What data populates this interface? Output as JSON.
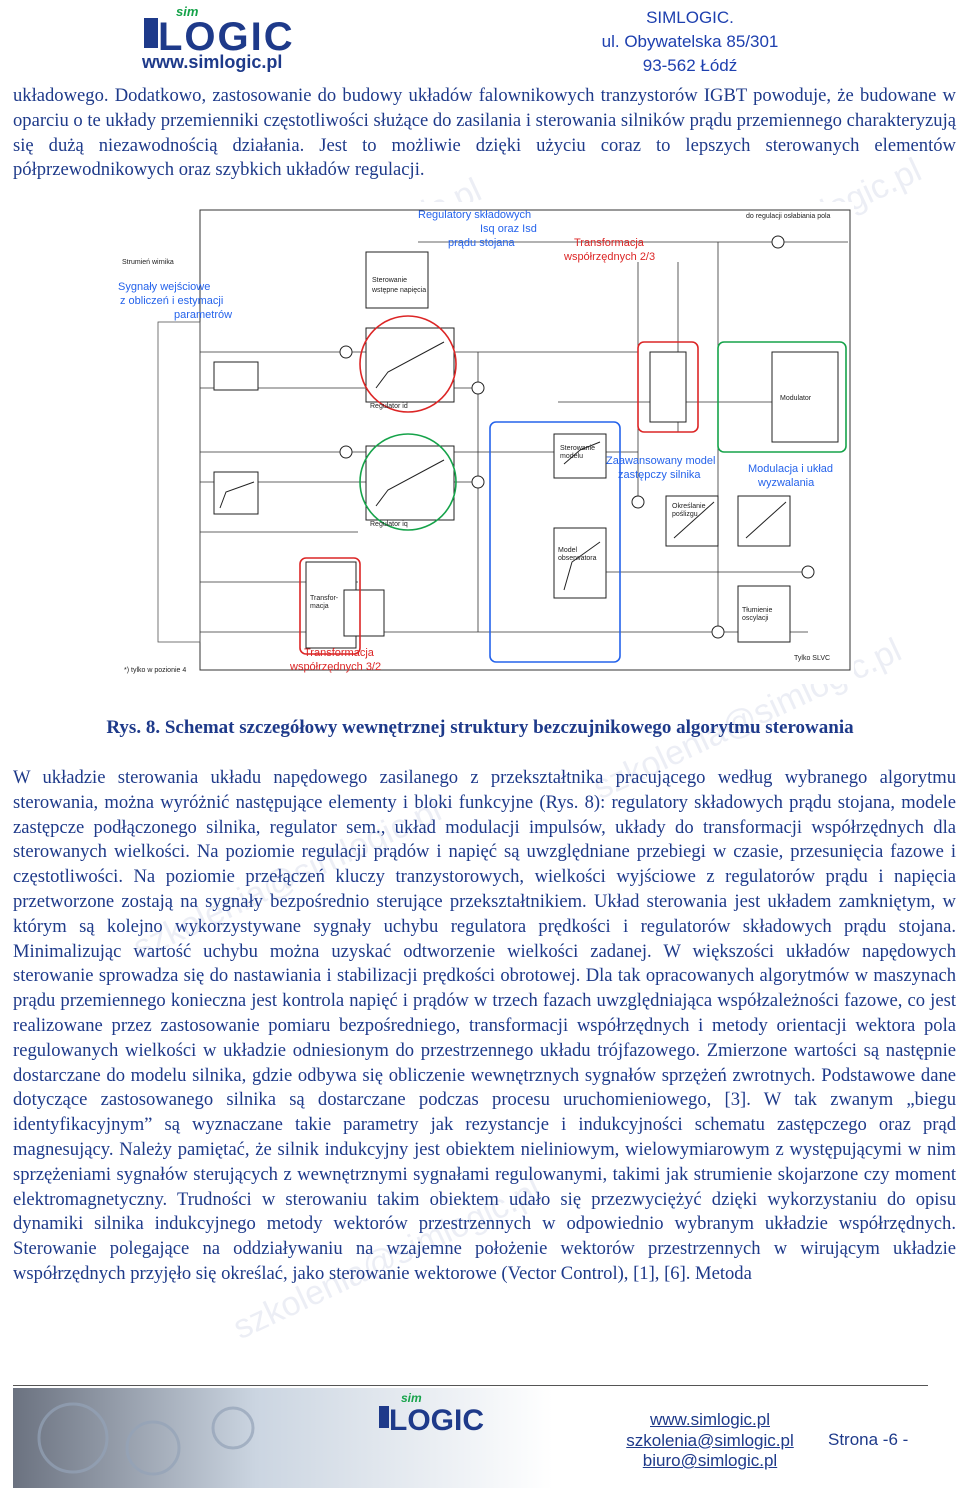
{
  "header": {
    "logo_word": "LOGIC",
    "logo_prefix": "sim",
    "logo_url": "www.simlogic.pl",
    "company_name": "SIMLOGIC.",
    "street": "ul. Obywatelska 85/301",
    "city": "93-562 Łódź"
  },
  "paragraph1": "układowego. Dodatkowo, zastosowanie do budowy układów falownikowych tranzystorów IGBT powoduje, że budowane w oparciu o te układy przemienniki częstotliwości służące do zasilania i sterowania silników prądu przemiennego charakteryzują się dużą niezawodnością działania. Jest to możliwie dzięki użyciu coraz to lepszych sterowanych elementów półprzewodnikowych oraz szybkich układów regulacji.",
  "figure": {
    "labels": {
      "sygnaly": [
        "Sygnały wejściowe",
        "z obliczeń i estymacji",
        "parametrów"
      ],
      "regulatory": [
        "Regulatory składowych",
        "Isq oraz Isd",
        "prądu stojana"
      ],
      "transf23": [
        "Transformacja",
        "współrzędnych 2/3"
      ],
      "model": [
        "Zaawansowany model",
        "zastępczy silnika"
      ],
      "modulacja": [
        "Modulacja i układ",
        "wyzwalania"
      ],
      "transf32": [
        "Transformacja",
        "współrzędnych 3/2"
      ],
      "sterowanie_napiecia": [
        "Sterowanie",
        "wstępne napięcia"
      ],
      "reg_id": "Regulator id",
      "reg_iq": "Regulator iq",
      "sterowanie_modelu": [
        "Sterowanie",
        "modelu"
      ],
      "model_obs": [
        "Model",
        "obserwatora"
      ],
      "okreslanie": [
        "Określanie",
        "poślizgu"
      ],
      "tlumienie": [
        "Tłumienie",
        "oscylacji"
      ],
      "modulator": "Modulator",
      "transf_box": [
        "Transfor-",
        "macja"
      ],
      "strumien": "Strumień wirnika",
      "note": "*) tylko w pozionie 4",
      "tylko_slvc": "Tylko SLVC",
      "top_right": "do regulacji osłabiania pola"
    }
  },
  "caption": "Rys. 8. Schemat szczegółowy wewnętrznej struktury bezczujnikowego algorytmu sterowania",
  "paragraph2": "W układzie sterowania układu napędowego zasilanego z przekształtnika pracującego według wybranego algorytmu sterowania, można wyróżnić następujące elementy i bloki funkcyjne (Rys. 8): regulatory składowych prądu stojana, modele zastępcze podłączonego silnika, regulator sem., układ modulacji impulsów, układy do transformacji współrzędnych dla sterowanych wielkości. Na poziomie regulacji prądów i napięć są uwzględniane przebiegi w czasie, przesunięcia fazowe i częstotliwości. Na poziomie przełączeń kluczy tranzystorowych, wielkości wyjściowe z regulatorów prądu i napięcia przetworzone zostają na sygnały bezpośrednio sterujące przekształtnikiem. Układ sterowania jest układem zamkniętym, w którym są kolejno wykorzystywane sygnały uchybu regulatora prędkości i regulatorów składowych prądu stojana. Minimalizując wartość uchybu można uzyskać odtworzenie wielkości zadanej. W większości układów napędowych sterowanie sprowadza się do nastawiania i stabilizacji prędkości obrotowej. Dla tak opracowanych algorytmów w maszynach prądu przemiennego konieczna jest kontrola napięć i prądów w trzech fazach uwzględniająca współzależności fazowe, co jest realizowane przez zastosowanie pomiaru bezpośredniego, transformacji współrzędnych i metody orientacji wektora pola regulowanych wielkości w układzie odniesionym do przestrzennego układu trójfazowego. Zmierzone wartości są następnie dostarczane do modelu silnika, gdzie odbywa się obliczenie wewnętrznych sygnałów sprzężeń zwrotnych. Podstawowe dane dotyczące zastosowanego silnika są dostarczane podczas procesu uruchomieniowego, [3]. W tak zwanym „biegu identyfikacyjnym” są wyznaczane takie parametry jak rezystancje i indukcyjności schematu zastępczego oraz prąd magnesujący. Należy pamiętać, że silnik indukcyjny jest obiektem nieliniowym, wielowymiarowym z występującymi w nim sprzężeniami sygnałów sterujących z wewnętrznymi sygnałami regulowanymi, takimi jak strumienie skojarzone czy moment elektromagnetyczny. Trudności w sterowaniu takim obiektem udało się przezwyciężyć dzięki wykorzystaniu do opisu dynamiki silnika indukcyjnego metody wektorów przestrzennych w odpowiednio wybranym układzie współrzędnych. Sterowanie polegające na oddziaływaniu na wzajemne położenie wektorów przestrzennych w wirującym układzie współrzędnych przyjęło się określać, jako sterowanie wektorowe (Vector Control), [1], [6]. Metoda",
  "footer": {
    "web": "www.simlogic.pl",
    "email1": "szkolenia@simlogic.pl",
    "email2": "biuro@simlogic.pl",
    "page": "Strona -6 -"
  },
  "watermark": "szkolenia@simlogic.pl",
  "colors": {
    "text": "#1e3a8a",
    "blue_ann": "#2563eb",
    "red_ann": "#dc2626",
    "green_ann": "#16a34a",
    "logo_green": "#16a34a"
  }
}
